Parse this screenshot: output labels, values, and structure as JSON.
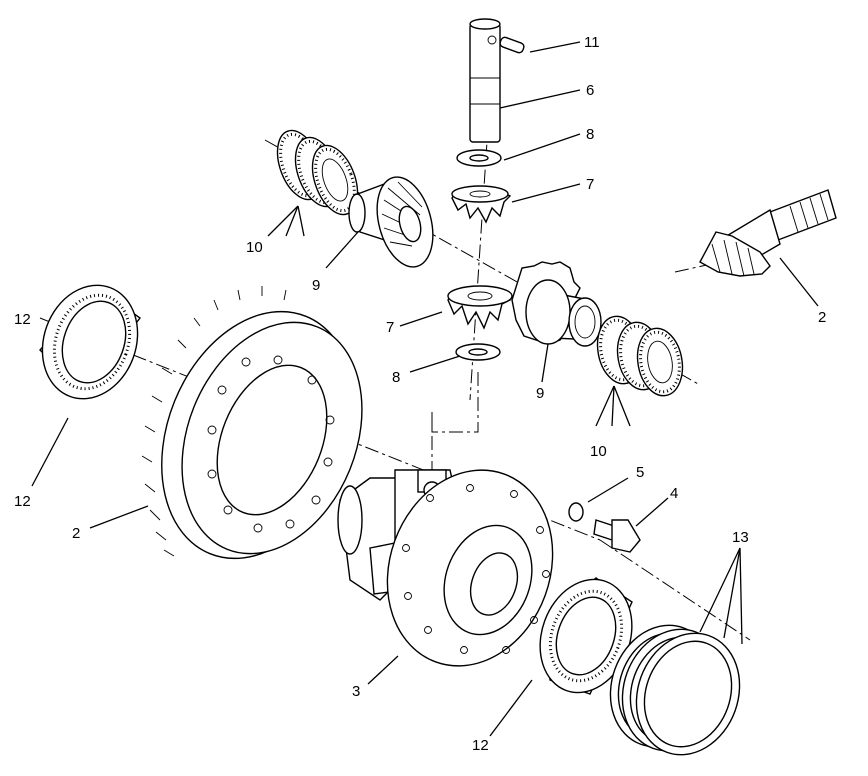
{
  "colors": {
    "line": "#000000",
    "background": "#ffffff"
  },
  "callouts": {
    "c11": "11",
    "c6": "6",
    "c8_top": "8",
    "c7_top": "7",
    "c10_left": "10",
    "c9_left": "9",
    "c2_pinion": "2",
    "c12_left": "12",
    "c7_mid": "7",
    "c8_mid": "8",
    "c9_right": "9",
    "c10_right": "10",
    "c5": "5",
    "c4": "4",
    "c2_ring": "2",
    "c13": "13",
    "c3": "3",
    "c12_bottom": "12"
  }
}
